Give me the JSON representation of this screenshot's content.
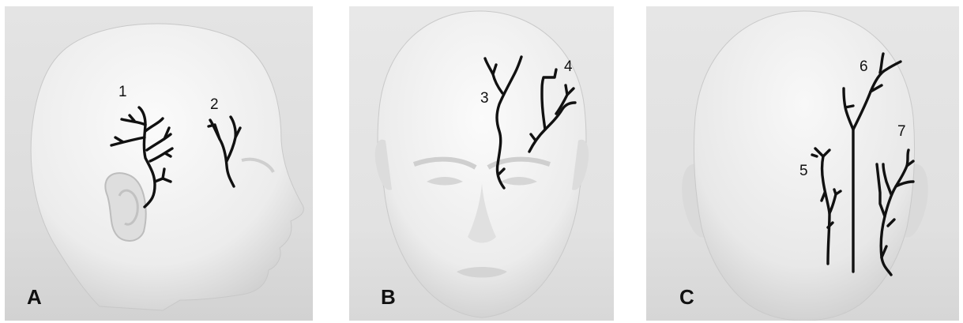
{
  "panels": [
    {
      "letter": "A",
      "view": "lateral",
      "labels": [
        "1",
        "2"
      ]
    },
    {
      "letter": "B",
      "view": "frontal",
      "labels": [
        "3",
        "4"
      ]
    },
    {
      "letter": "C",
      "view": "posterior",
      "labels": [
        "5",
        "6",
        "7"
      ]
    }
  ],
  "colors": {
    "background": "#e2e2e2",
    "skin": "#f2f2f2",
    "vessel": "#111111"
  }
}
